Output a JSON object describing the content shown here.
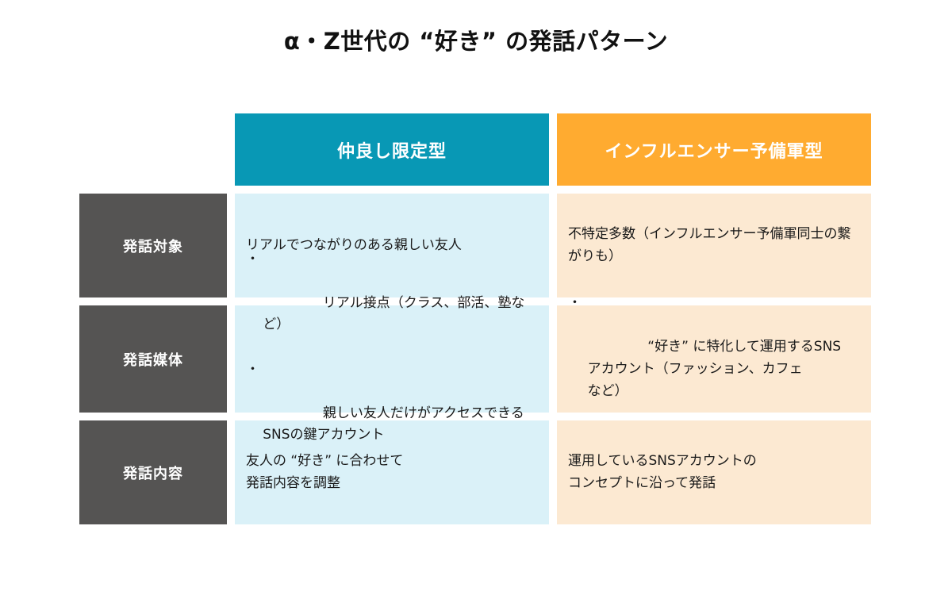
{
  "title": "α・Z世代の “好き” の発話パターン",
  "colors": {
    "header_teal": "#0898b5",
    "header_orange": "#ffab30",
    "body_teal": "#daf1f8",
    "body_orange": "#fce9d2",
    "label_gray": "#555453",
    "page_background": "#ffffff",
    "text": "#1a1a1a"
  },
  "table": {
    "corner_label": "",
    "columns": [
      {
        "label": "仲良し限定型",
        "theme": "teal"
      },
      {
        "label": "インフルエンサー予備軍型",
        "theme": "orange"
      }
    ],
    "rows": [
      {
        "label": "発話対象",
        "cells": [
          {
            "type": "text",
            "text": "リアルでつながりのある親しい友人"
          },
          {
            "type": "text",
            "text": "不特定多数（インフルエンサー予備軍同士の繋がりも）"
          }
        ]
      },
      {
        "label": "発話媒体",
        "cells": [
          {
            "type": "bullets",
            "bullet_mark": "・",
            "items": [
              "リアル接点（クラス、部活、塾など）",
              "親しい友人だけがアクセスできる\nSNSの鍵アカウント"
            ]
          },
          {
            "type": "bullets",
            "bullet_mark": "・",
            "items": [
              "“好き” に特化して運用するSNS\nアカウント（ファッション、カフェ\nなど）"
            ]
          }
        ]
      },
      {
        "label": "発話内容",
        "cells": [
          {
            "type": "text",
            "text": "友人の “好き” に合わせて\n発話内容を調整"
          },
          {
            "type": "text",
            "text": "運用しているSNSアカウントの\nコンセプトに沿って発話"
          }
        ]
      }
    ]
  }
}
